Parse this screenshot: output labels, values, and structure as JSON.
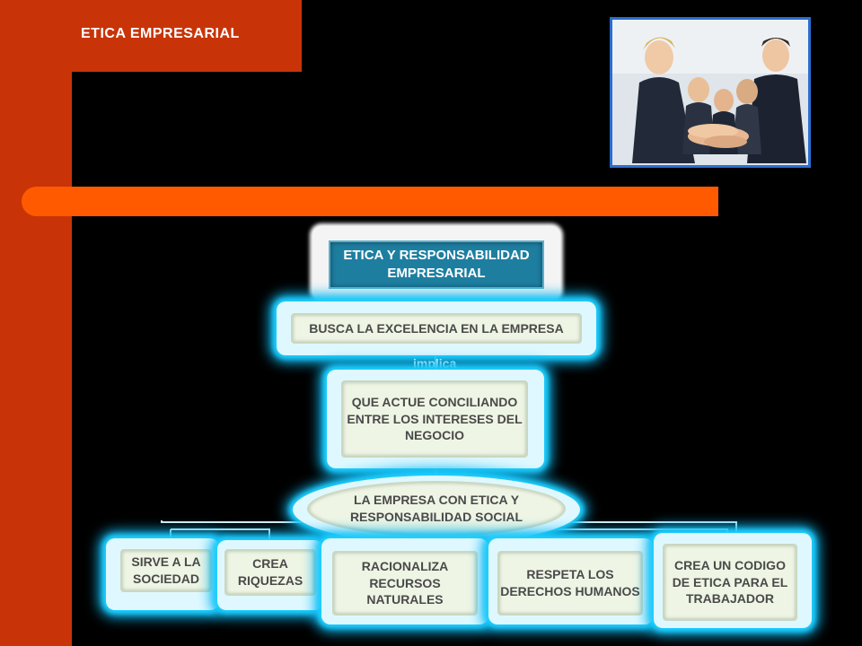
{
  "slide": {
    "title": "ETICA EMPRESARIAL"
  },
  "colors": {
    "accent_red": "#c83408",
    "accent_orange": "#ff5a00",
    "glow_cyan": "#1fd0ff",
    "header_teal": "#1e7ea0"
  },
  "photo": {
    "icon": "team-hands-photo"
  },
  "concept_map": {
    "root": "ETICA Y RESPONSABILIDAD EMPRESARIAL",
    "level1": "BUSCA LA EXCELENCIA EN LA EMPRESA",
    "link_label": "implica",
    "level2": "QUE ACTUE CONCILIANDO ENTRE LOS INTERESES DEL NEGOCIO",
    "level3": "LA EMPRESA CON ETICA Y RESPONSABILIDAD SOCIAL",
    "leaves": [
      "SIRVE A LA SOCIEDAD",
      "CREA RIQUEZAS",
      "RACIONALIZA RECURSOS NATURALES",
      "RESPETA LOS DERECHOS HUMANOS",
      "CREA UN CODIGO DE ETICA PARA EL TRABAJADOR"
    ]
  }
}
